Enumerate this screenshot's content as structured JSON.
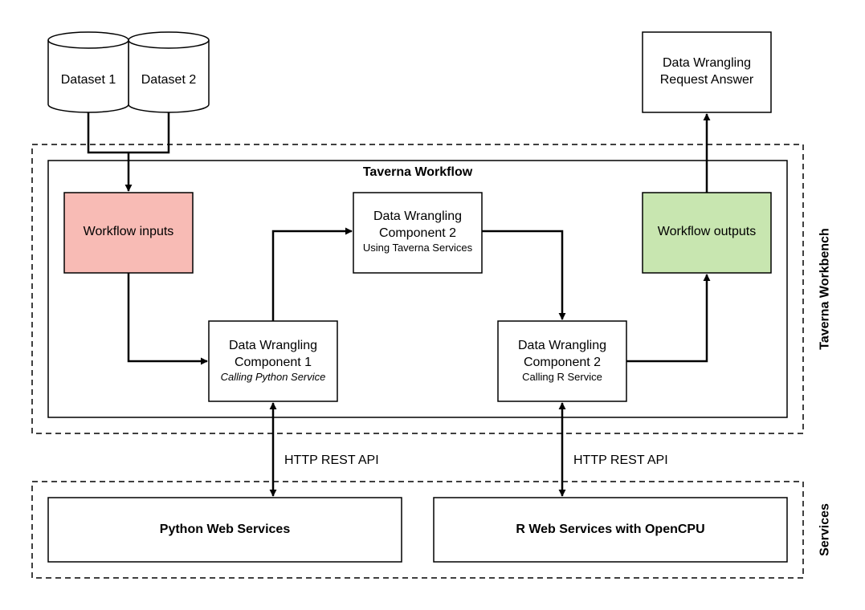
{
  "datasets": {
    "dataset1": "Dataset 1",
    "dataset2": "Dataset 2"
  },
  "answer": {
    "line1": "Data Wrangling",
    "line2": "Request Answer"
  },
  "workbench": {
    "label": "Taverna Workbench"
  },
  "workflow": {
    "title": "Taverna Workflow",
    "inputs_label": "Workflow inputs",
    "outputs_label": "Workflow outputs",
    "component_taverna": {
      "line1": "Data Wrangling",
      "line2": "Component 2",
      "subtitle": "Using Taverna Services"
    },
    "component_python": {
      "line1": "Data Wrangling",
      "line2": "Component 1",
      "subtitle": "Calling Python Service"
    },
    "component_r": {
      "line1": "Data Wrangling",
      "line2": "Component 2",
      "subtitle": "Calling R Service"
    }
  },
  "api": {
    "python_label": "HTTP REST API",
    "r_label": "HTTP REST API"
  },
  "services": {
    "label": "Services",
    "python": "Python Web Services",
    "r": "R Web Services with OpenCPU"
  },
  "colors": {
    "inputs_fill": "#f8bbb5",
    "outputs_fill": "#c8e6b0"
  }
}
